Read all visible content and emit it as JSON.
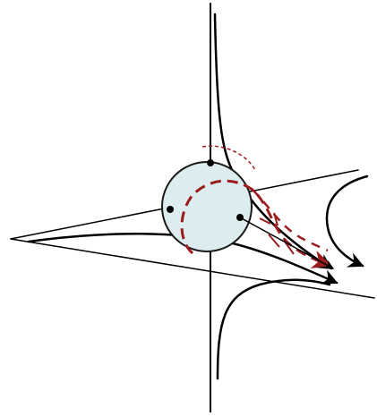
{
  "colors": {
    "background": "#ffffff",
    "ink": "#000000",
    "sphere_fill": "#dcecef",
    "sphere_stroke": "#1a1a1a",
    "dashed_path": "#9b1c1c"
  },
  "diagram": {
    "elements": [
      "vertical-axis-line",
      "diagonal-line",
      "central-sphere",
      "contact-points",
      "hyperbolic-trajectories",
      "dashed-red-trajectory",
      "arrowheads"
    ]
  }
}
